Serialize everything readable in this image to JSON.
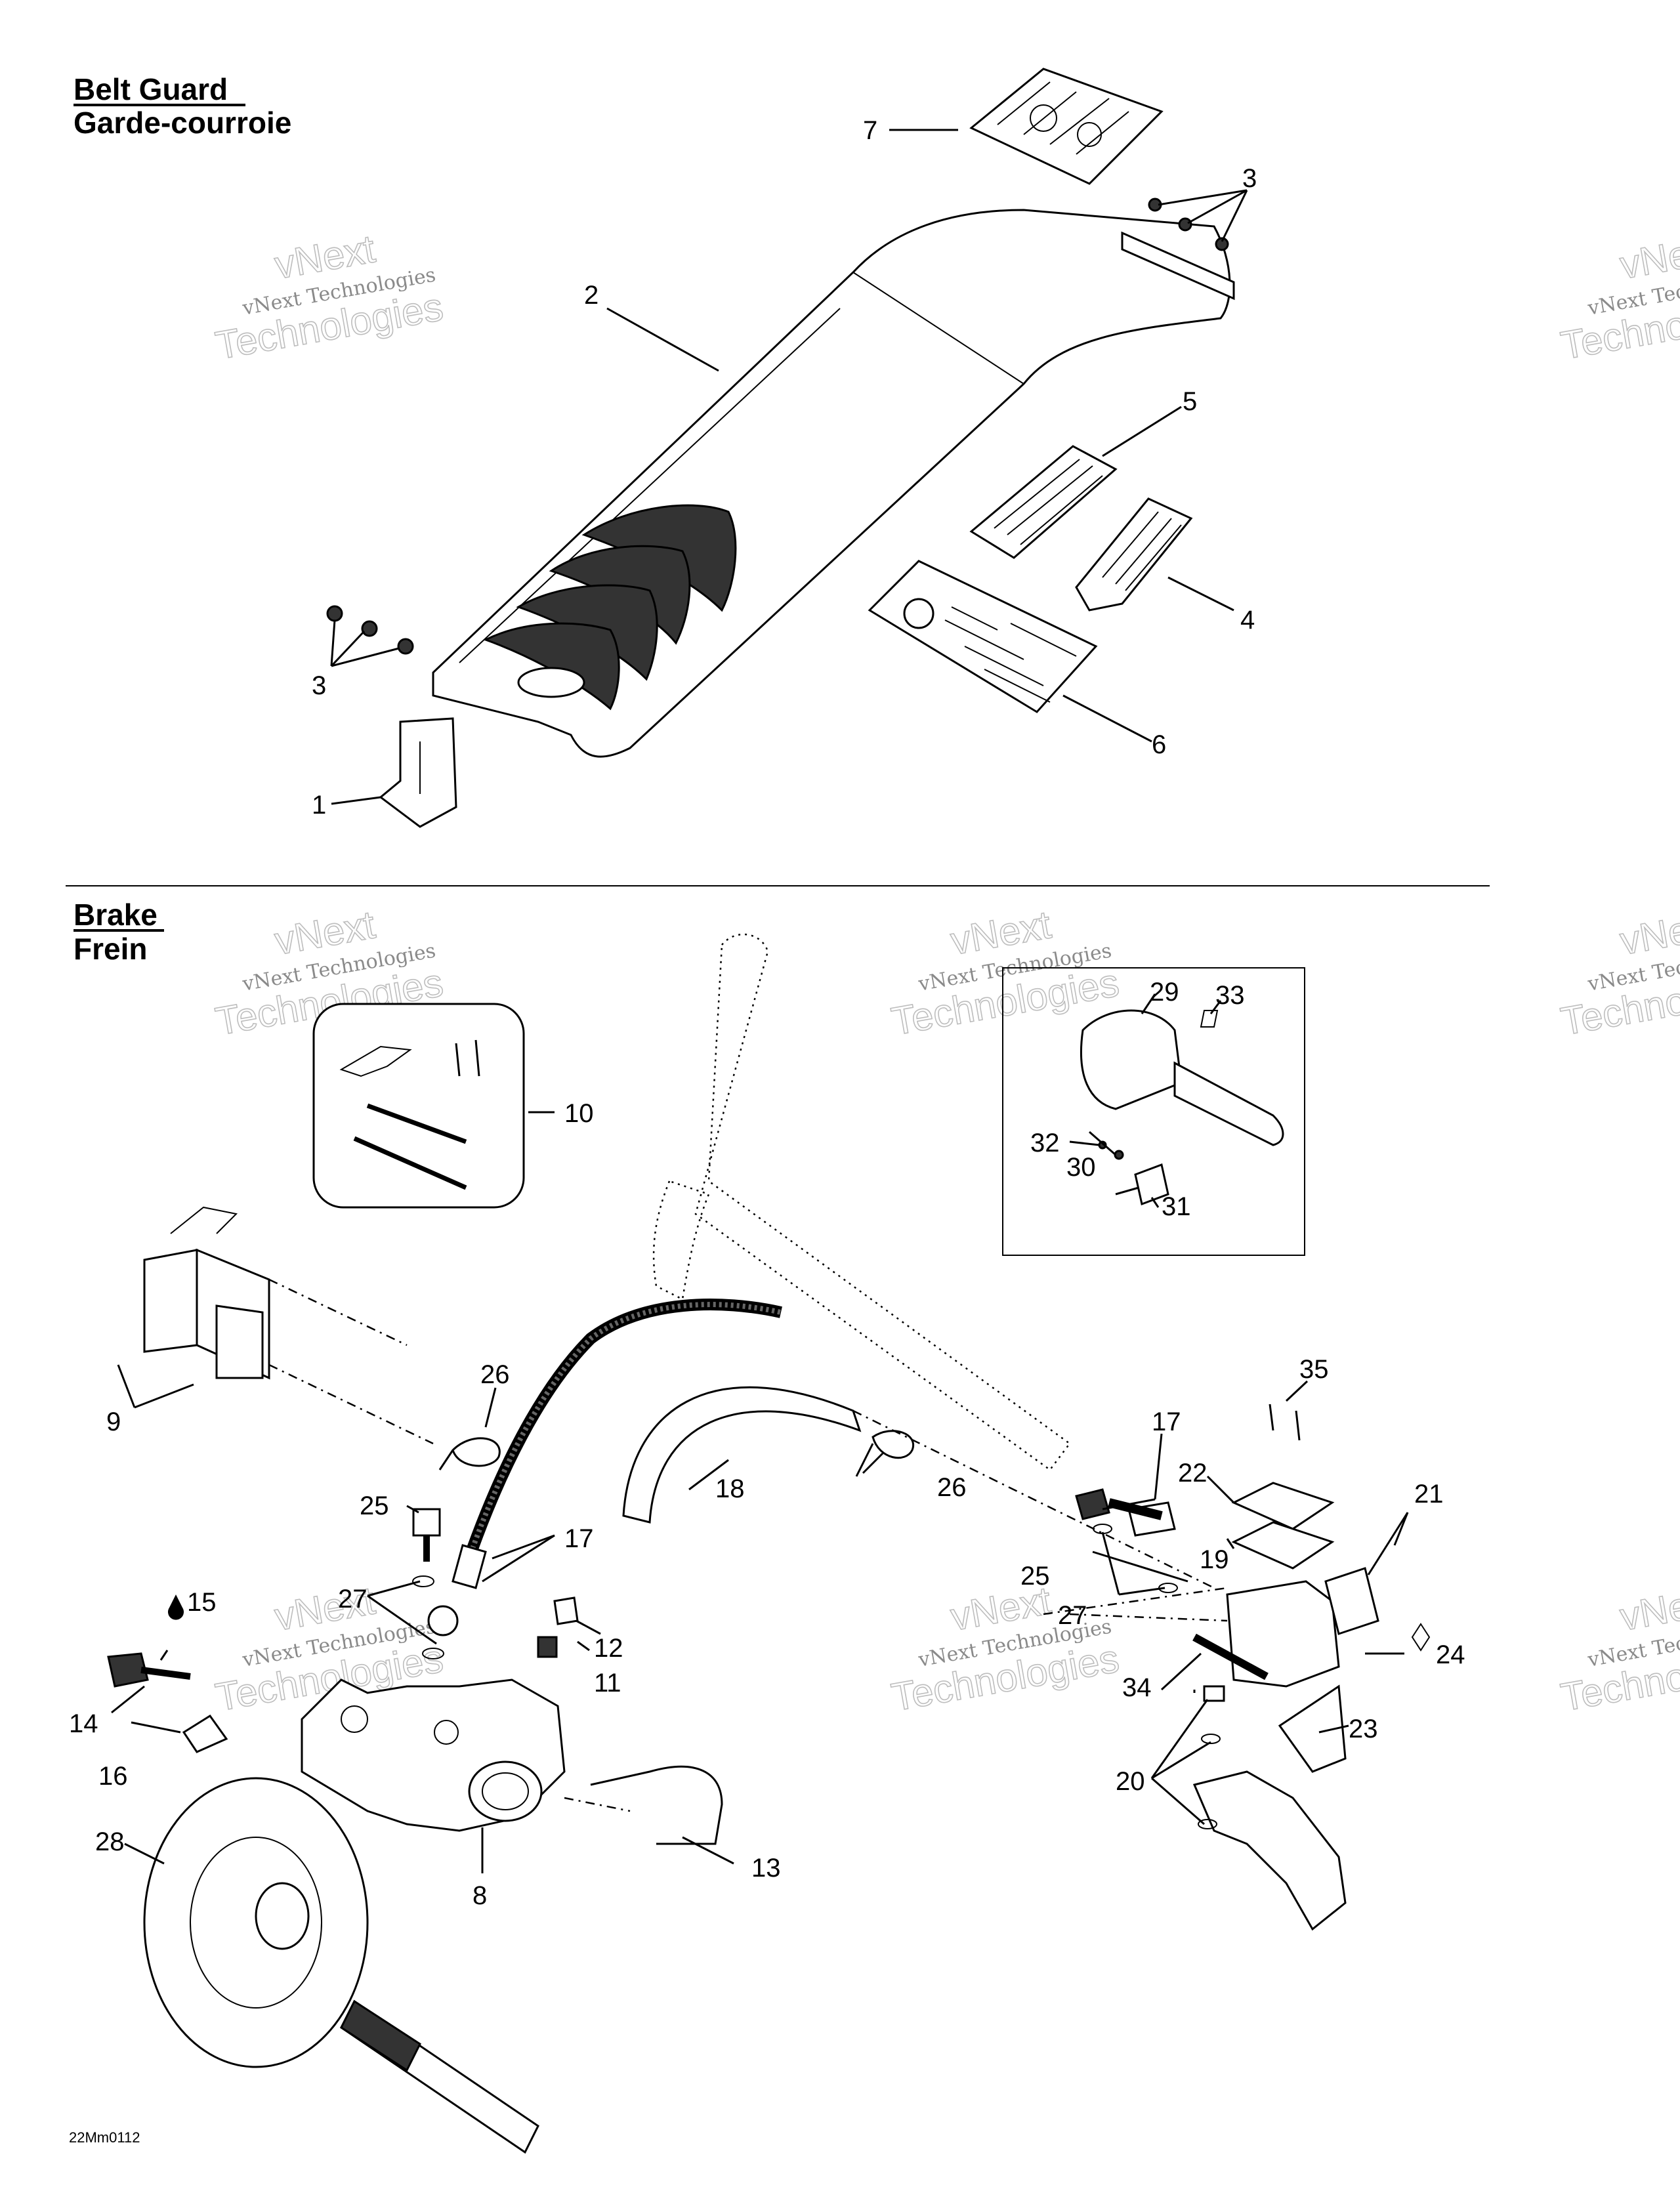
{
  "sections": {
    "belt_guard": {
      "title_en": "Belt Guard",
      "title_fr": "Garde-courroie"
    },
    "brake": {
      "title_en": "Brake",
      "title_fr": "Frein"
    }
  },
  "labels": {
    "l1": "1",
    "l2": "2",
    "l3a": "3",
    "l3b": "3",
    "l4": "4",
    "l5": "5",
    "l6": "6",
    "l7": "7",
    "l8": "8",
    "l9": "9",
    "l10": "10",
    "l11": "11",
    "l12": "12",
    "l13": "13",
    "l14": "14",
    "l15": "15",
    "l16": "16",
    "l17a": "17",
    "l17b": "17",
    "l18": "18",
    "l19": "19",
    "l20": "20",
    "l21": "21",
    "l22": "22",
    "l23": "23",
    "l24": "24",
    "l25a": "25",
    "l25b": "25",
    "l26a": "26",
    "l26b": "26",
    "l27a": "27",
    "l27b": "27",
    "l28": "28",
    "l29": "29",
    "l30": "30",
    "l31": "31",
    "l32": "32",
    "l33": "33",
    "l34": "34",
    "l35": "35"
  },
  "watermark": {
    "line1": "vNext Technologies",
    "line2": "Technologies",
    "line3": "vNext"
  },
  "footer": {
    "drawing_code": "22Mm0112"
  }
}
